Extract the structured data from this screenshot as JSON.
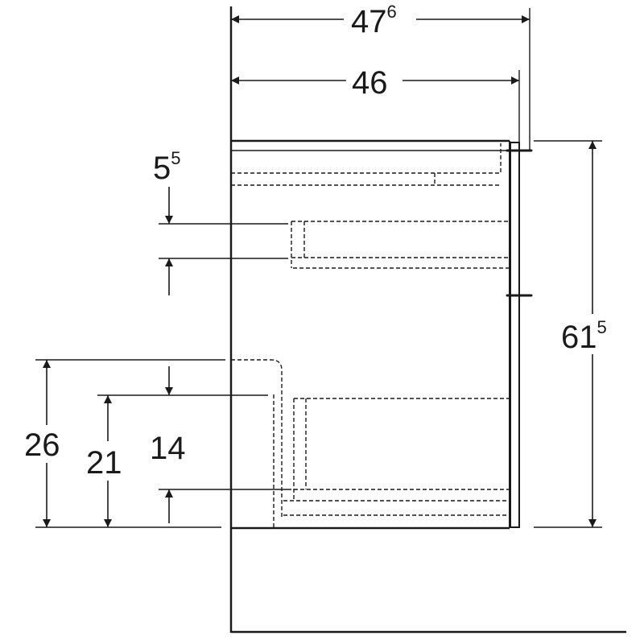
{
  "drawing": {
    "line_color": "#1a1a1a",
    "background": "#ffffff",
    "dimensions": {
      "total_depth": {
        "main": "47",
        "sup": "6"
      },
      "cabinet_depth": {
        "main": "46",
        "sup": ""
      },
      "height": {
        "main": "61",
        "sup": "5"
      },
      "drawer_gap": {
        "main": "5",
        "sup": "5"
      },
      "siphon_height": {
        "main": "26",
        "sup": ""
      },
      "drawer_height": {
        "main": "21",
        "sup": ""
      },
      "lower_gap": {
        "main": "14",
        "sup": ""
      }
    }
  }
}
